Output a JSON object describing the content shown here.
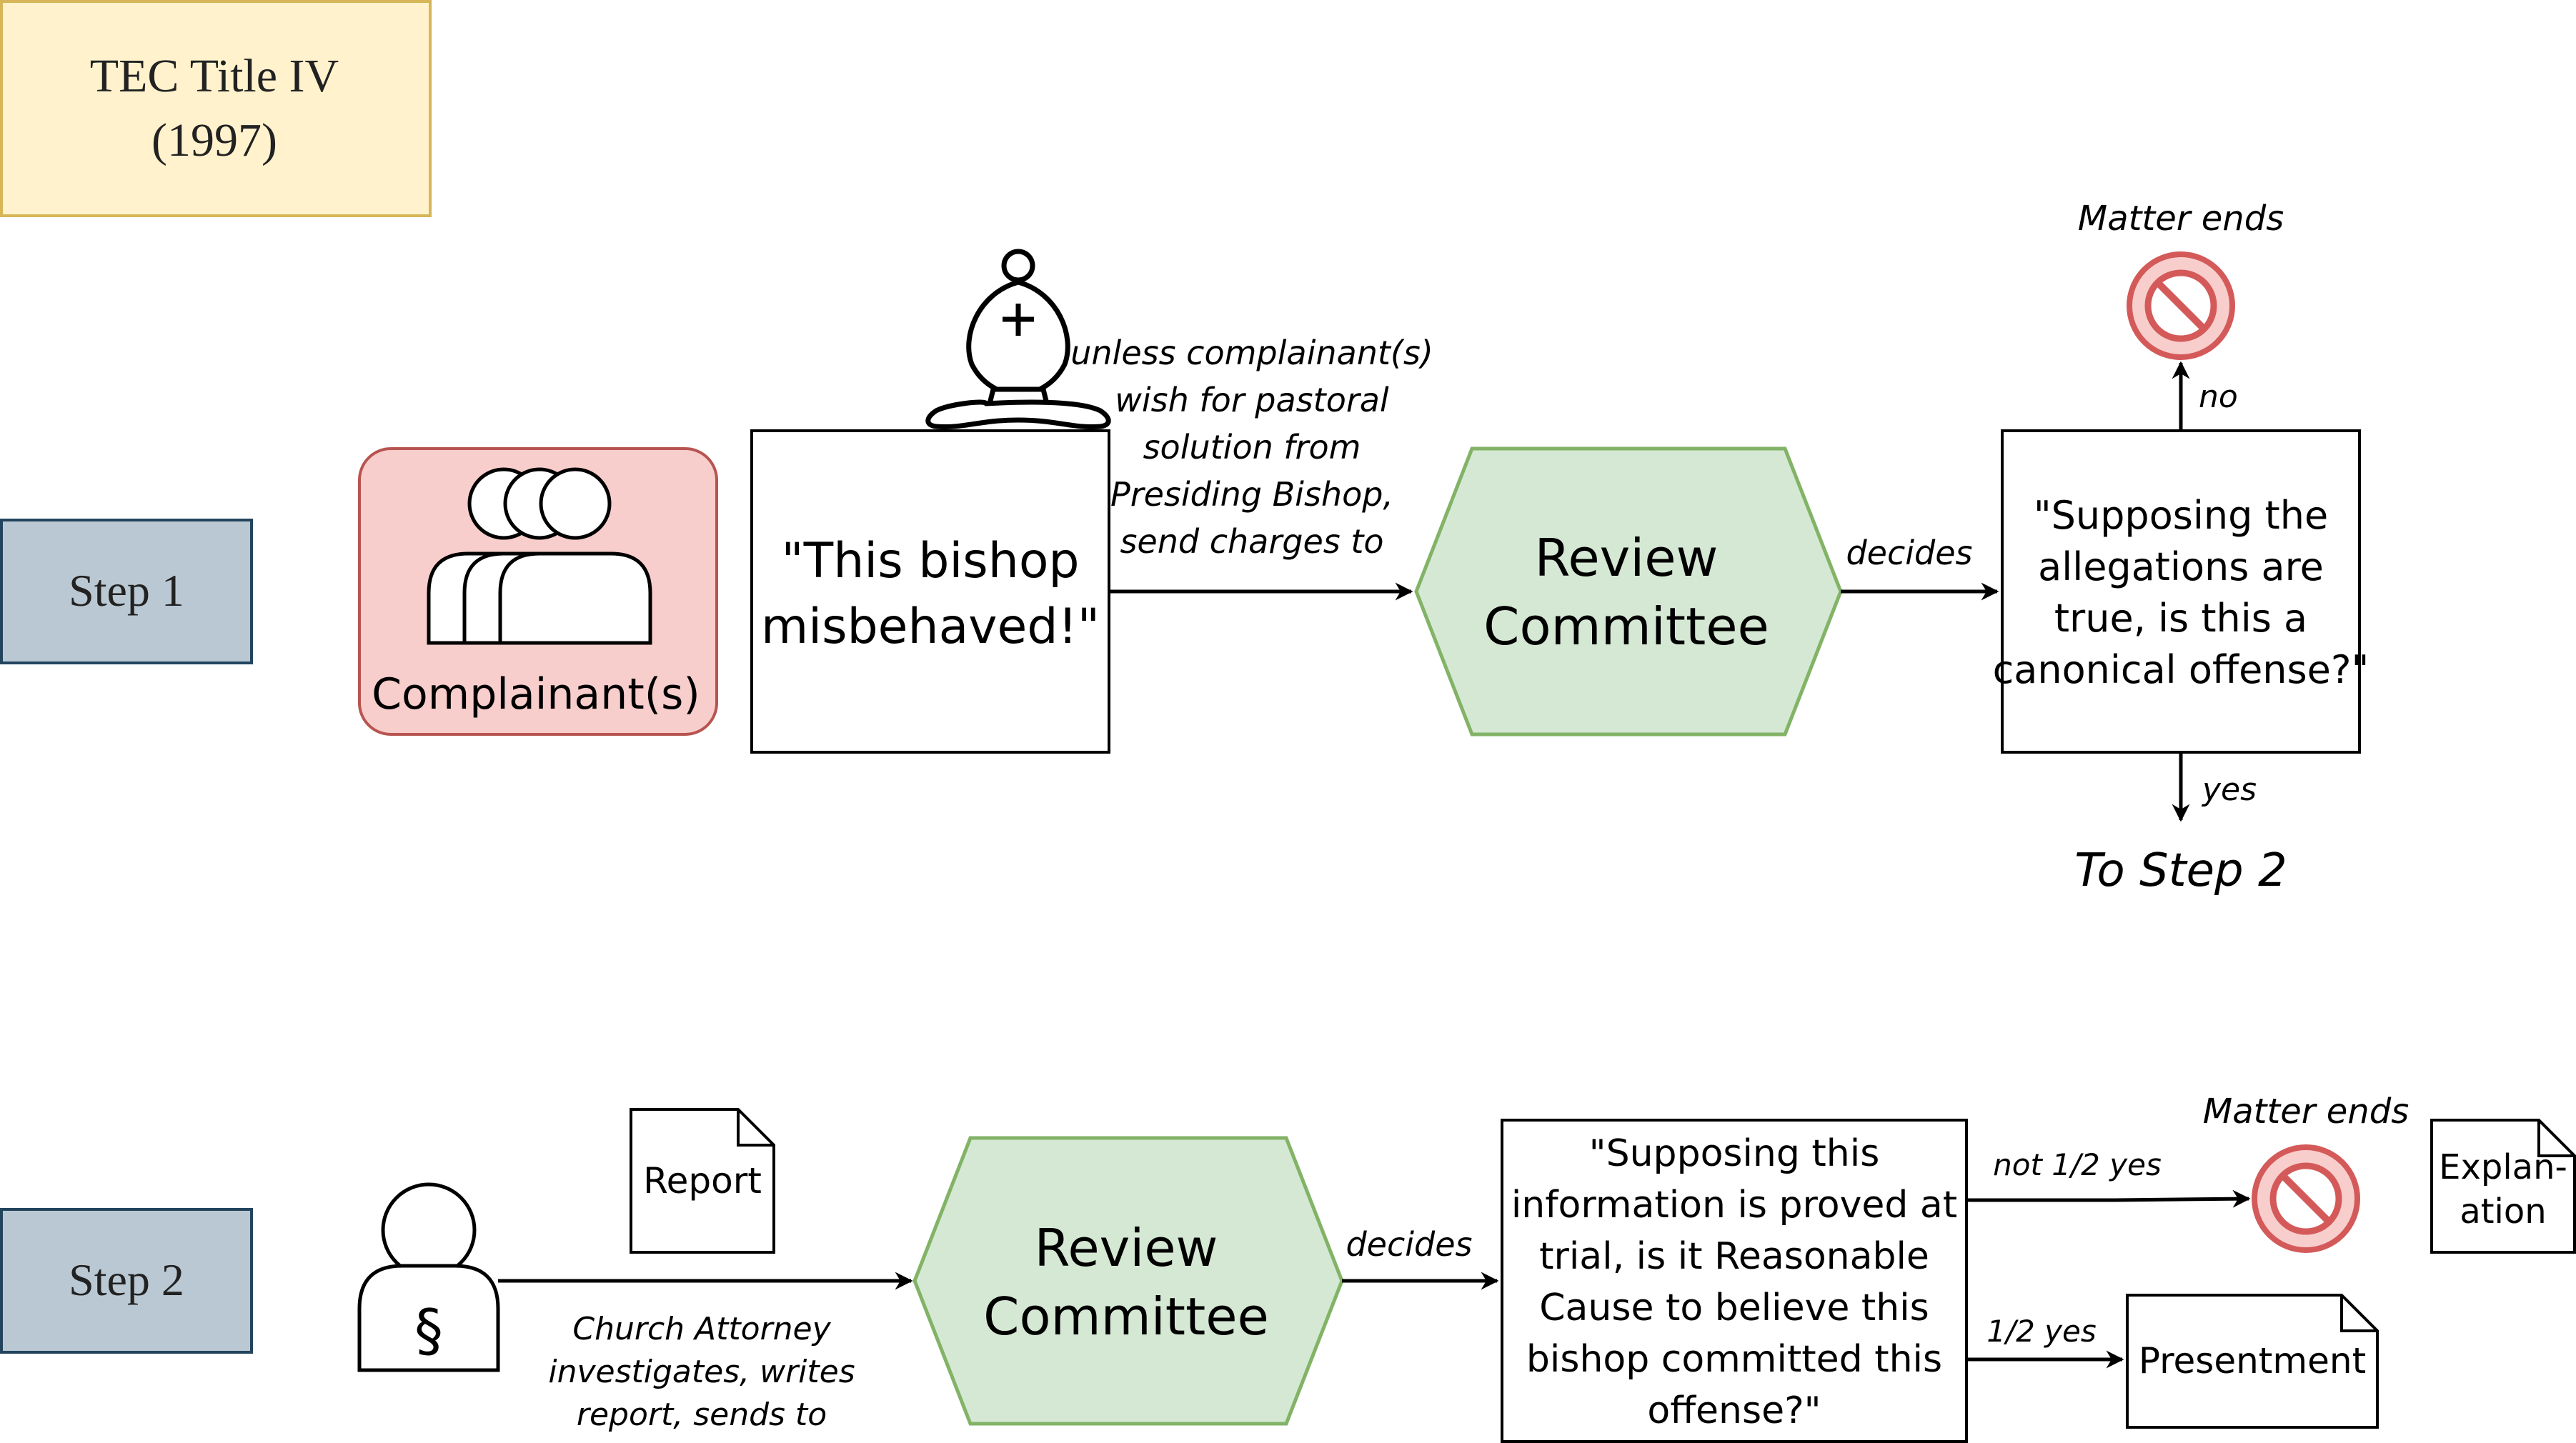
{
  "title": {
    "line1": "TEC Title IV",
    "line2": "(1997)"
  },
  "step1": {
    "label": "Step 1",
    "complainant": "Complainant(s)",
    "claim": {
      "line1": "\"This bishop",
      "line2": "misbehaved!\""
    },
    "send_note": [
      "unless complainant(s)",
      "wish for pastoral",
      "solution from",
      "Presiding Bishop,",
      "send charges to"
    ],
    "review": {
      "line1": "Review",
      "line2": "Committee"
    },
    "decides": "decides",
    "question": [
      "\"Supposing the",
      "allegations are",
      "true, is this a",
      "canonical offense?\""
    ],
    "no_label": "no",
    "matter_ends": "Matter ends",
    "yes_label": "yes",
    "to_step2": "To Step 2"
  },
  "step2": {
    "label": "Step 2",
    "attorney_symbol": "§",
    "attorney_note": [
      "Church Attorney",
      "investigates, writes",
      "report, sends to"
    ],
    "report": "Report",
    "review": {
      "line1": "Review",
      "line2": "Committee"
    },
    "decides": "decides",
    "question": [
      "\"Supposing this",
      "information is proved at",
      "trial, is it Reasonable",
      "Cause to believe this",
      "bishop committed this",
      "offense?\""
    ],
    "not_half_yes": "not 1/2 yes",
    "matter_ends": "Matter ends",
    "half_yes": "1/2 yes",
    "presentment": "Presentment",
    "explanation": [
      "Explan-",
      "ation"
    ]
  },
  "colors": {
    "title_fill": "#fff2cc",
    "title_stroke": "#d6b656",
    "step_fill": "#bac8d3",
    "step_stroke": "#23445d",
    "complainant_fill": "#f8cecc",
    "complainant_stroke": "#b85450",
    "review_fill": "#d5e8d4",
    "review_stroke": "#82b366",
    "stop_fill": "#f8cecc",
    "stop_stroke": "#d45a5a"
  },
  "icons": [
    "people-group-icon",
    "bishop-chess-piece-icon",
    "no-entry-icon",
    "user-attorney-icon",
    "document-icon"
  ]
}
